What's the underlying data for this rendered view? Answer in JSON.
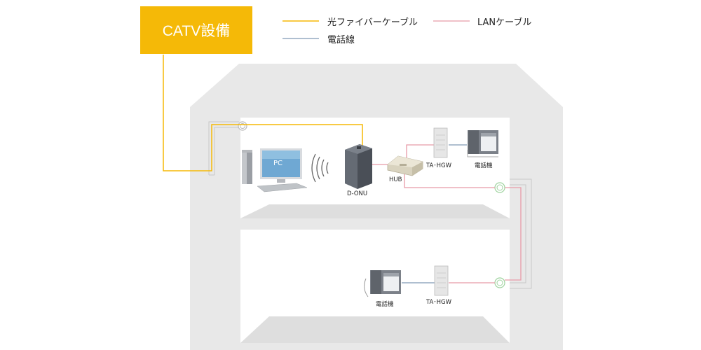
{
  "source_box": {
    "label": "CATV設備",
    "color": "#f5b907"
  },
  "legend": [
    {
      "label": "光ファイバーケーブル",
      "color": "#f5b907"
    },
    {
      "label": "LANケーブル",
      "color": "#e89aa8"
    },
    {
      "label": "電話線",
      "color": "#7f99b5"
    }
  ],
  "devices": {
    "pc": "PC",
    "onu": "D-ONU",
    "hub": "HUB",
    "tahgw_upper": "TA･HGW",
    "phone_upper": "電話機",
    "tahgw_lower": "TA･HGW",
    "phone_lower": "電話機"
  },
  "colors": {
    "house": "#e8e8e8",
    "wall_outline": "#cccccc",
    "device_dark": "#555b64",
    "fiber": "#f5b907",
    "lan": "#e89aa8",
    "phone_line": "#7f99b5"
  }
}
